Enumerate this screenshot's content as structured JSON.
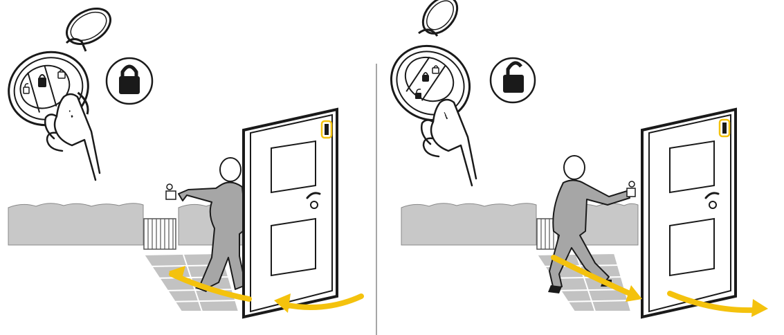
{
  "panels": [
    {
      "id": "lock",
      "state_icon": "padlock-closed-icon",
      "action": "lock"
    },
    {
      "id": "unlock",
      "state_icon": "padlock-open-icon",
      "action": "unlock"
    }
  ],
  "colors": {
    "hedge": "#c8c8c8",
    "person": "#a6a6a6",
    "path": "#c2c2c2",
    "arrow": "#f4c20d",
    "highlight": "#f4c20d",
    "outline": "#1a1a1a"
  }
}
